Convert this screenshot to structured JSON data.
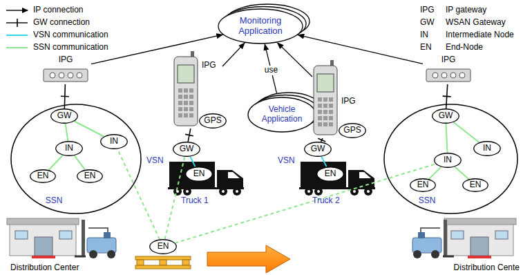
{
  "diagram": {
    "nodes": [
      {
        "text": [
          "Monitoring Application"
        ]
      },
      {
        "text": [
          "IPG"
        ]
      },
      {
        "text": [
          "SSN"
        ]
      },
      {
        "text": [
          "GW"
        ],
        "in": 2
      },
      {
        "text": [
          "IN"
        ],
        "in": 2
      },
      {
        "text": [
          "IN"
        ],
        "in": 2
      },
      {
        "text": [
          "EN"
        ],
        "in": 2
      },
      {
        "text": [
          "EN"
        ],
        "in": 2
      },
      {
        "text": [
          "IPG"
        ]
      },
      {
        "text": [
          "GPS"
        ],
        "in": 8
      },
      {
        "text": [
          "VSN",
          "Truck 1"
        ]
      },
      {
        "text": [
          "GW"
        ],
        "in": 10
      },
      {
        "text": [
          "EN"
        ],
        "in": 10
      },
      {
        "text": [
          "Vehicle Application"
        ]
      },
      {
        "text": [
          "IPG"
        ]
      },
      {
        "text": [
          "GPS"
        ],
        "in": 14
      },
      {
        "text": [
          "VSN",
          "Truck 2"
        ]
      },
      {
        "text": [
          "GW"
        ],
        "in": 16
      },
      {
        "text": [
          "EN"
        ],
        "in": 16
      },
      {
        "text": [
          "IPG"
        ]
      },
      {
        "text": [
          "SSN"
        ]
      },
      {
        "text": [
          "GW"
        ],
        "in": 20
      },
      {
        "text": [
          "IN"
        ],
        "in": 20
      },
      {
        "text": [
          "IN"
        ],
        "in": 20
      },
      {
        "text": [
          "EN"
        ],
        "in": 20
      },
      {
        "text": [
          "EN"
        ],
        "in": 20
      },
      {
        "text": [
          "EN"
        ]
      }
    ],
    "edges": [
      {
        "from": 1,
        "to": 0,
        "arrow": "to"
      },
      {
        "from": 8,
        "to": 0,
        "arrow": "to"
      },
      {
        "from": 13,
        "to": 0,
        "arrow": "to",
        "label": "use"
      },
      {
        "from": 14,
        "to": 0,
        "arrow": "to"
      },
      {
        "from": 19,
        "to": 0,
        "arrow": "to"
      },
      {
        "from": 1,
        "to": 3,
        "arrow": "none"
      },
      {
        "from": 8,
        "to": 11,
        "arrow": "none"
      },
      {
        "from": 14,
        "to": 17,
        "arrow": "none"
      },
      {
        "from": 19,
        "to": 21,
        "arrow": "none"
      },
      {
        "from": 3,
        "to": 4,
        "arrow": "none"
      },
      {
        "from": 3,
        "to": 5,
        "arrow": "none"
      },
      {
        "from": 4,
        "to": 6,
        "arrow": "none"
      },
      {
        "from": 4,
        "to": 7,
        "arrow": "none"
      },
      {
        "from": 11,
        "to": 12,
        "arrow": "none"
      },
      {
        "from": 17,
        "to": 18,
        "arrow": "none"
      },
      {
        "from": 21,
        "to": 22,
        "arrow": "none"
      },
      {
        "from": 21,
        "to": 23,
        "arrow": "none"
      },
      {
        "from": 22,
        "to": 24,
        "arrow": "none"
      },
      {
        "from": 22,
        "to": 25,
        "arrow": "none"
      },
      {
        "from": 26,
        "to": 5,
        "arrow": "none"
      },
      {
        "from": 26,
        "to": 11,
        "arrow": "none"
      },
      {
        "from": 26,
        "to": 22,
        "arrow": "none"
      }
    ],
    "labels": [
      "IPG",
      "IP gateway",
      "GW",
      "WSAN Gateway",
      "IN",
      "Intermediate Node",
      "EN",
      "End-Node",
      "Distribution Center",
      "Distribution Cente"
    ],
    "legend": [
      {
        "text": "IP connection"
      },
      {
        "text": "GW connection"
      },
      {
        "text": "VSN communication",
        "color": "#33d6e8"
      },
      {
        "text": "SSN communication",
        "color": "#8ee68e"
      }
    ]
  }
}
